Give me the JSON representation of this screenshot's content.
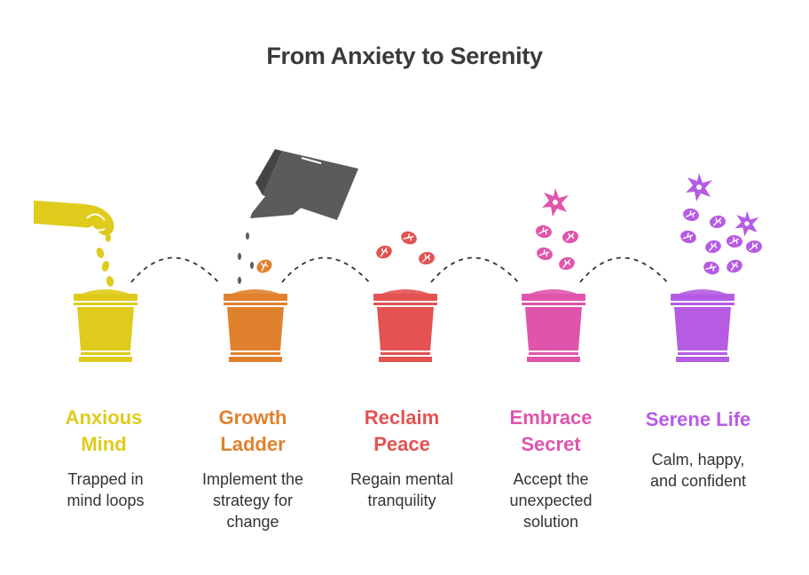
{
  "title": "From Anxiety to Serenity",
  "steps": [
    {
      "heading": [
        "Anxious",
        "Mind"
      ],
      "description": [
        "Trapped in",
        "mind loops"
      ],
      "color": "#DFCB1B",
      "rim": "#C9B514"
    },
    {
      "heading": [
        "Growth",
        "Ladder"
      ],
      "description": [
        "Implement the",
        "strategy for",
        "change"
      ],
      "color": "#E0812E",
      "rim": "#C86E1F"
    },
    {
      "heading": [
        "Reclaim",
        "Peace"
      ],
      "description": [
        "Regain mental",
        "tranquility"
      ],
      "color": "#E45252",
      "rim": "#C94040"
    },
    {
      "heading": [
        "Embrace",
        "Secret"
      ],
      "description": [
        "Accept the",
        "unexpected",
        "solution"
      ],
      "color": "#E055AC",
      "rim": "#C6448F"
    },
    {
      "heading": [
        "Serene Life"
      ],
      "description": [
        "Calm, happy,",
        "and confident"
      ],
      "color": "#B65CE3",
      "rim": "#9E48CC"
    }
  ],
  "icons": [
    "hand-dropping-seeds-icon",
    "watering-can-icon",
    "sprouting-leaves-icon",
    "flower-and-leaves-icon",
    "blooming-flowers-icon"
  ]
}
